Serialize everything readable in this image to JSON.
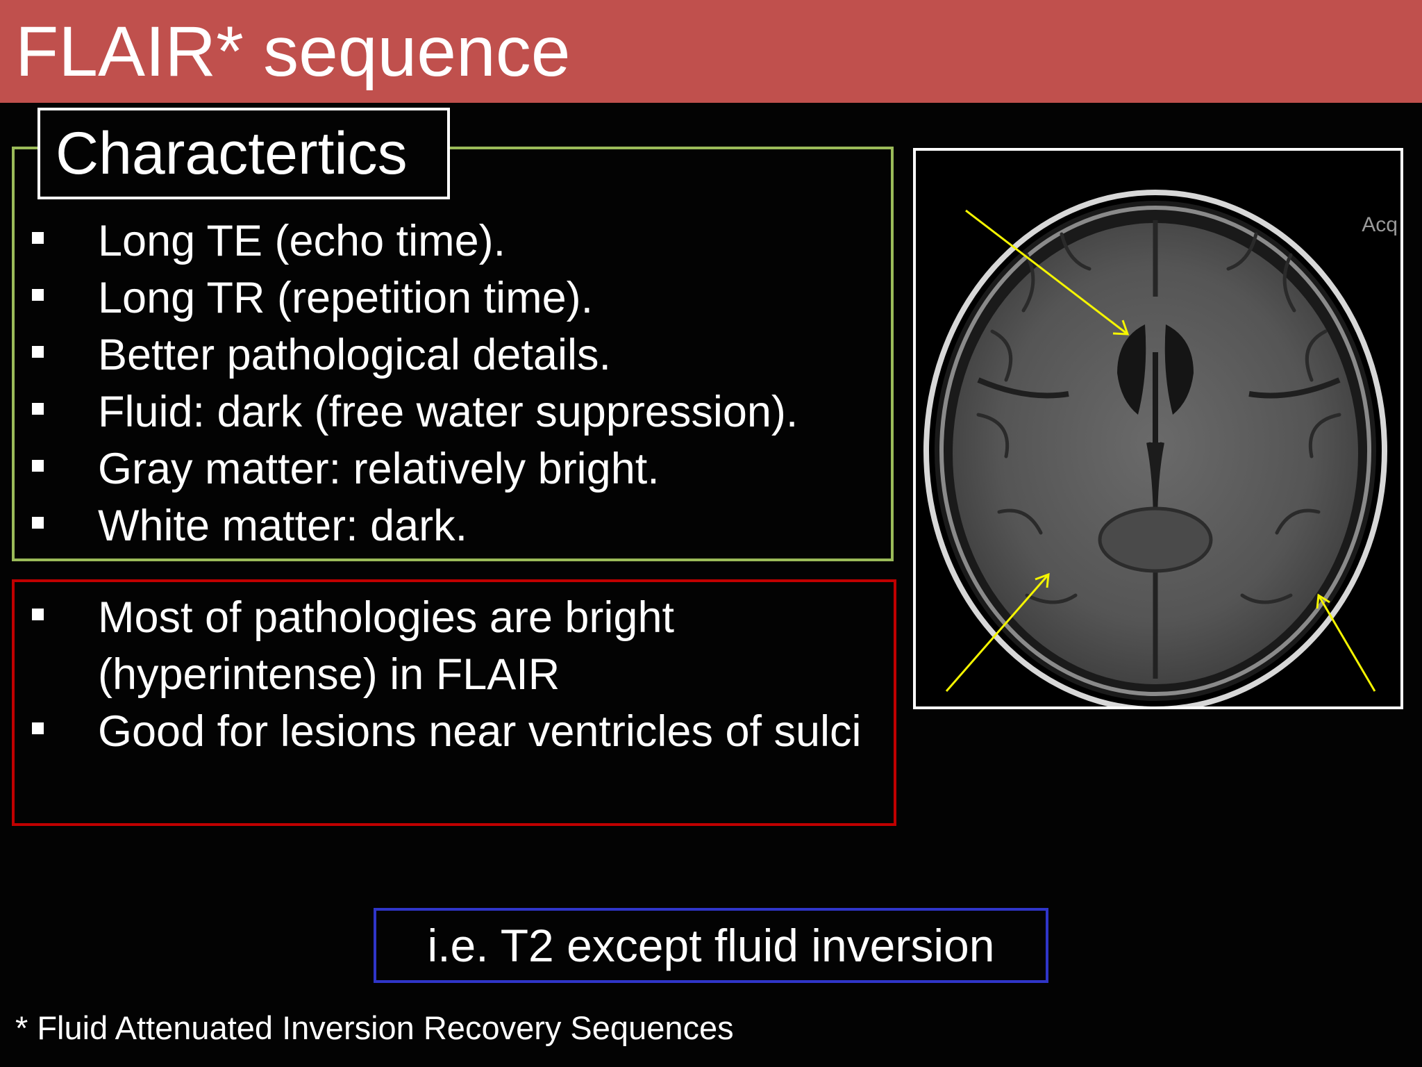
{
  "slide": {
    "title": "FLAIR* sequence"
  },
  "characteristics": {
    "label": "Charactertics",
    "items": [
      "Long TE (echo time).",
      "Long TR (repetition time).",
      "Better pathological details.",
      "Fluid: dark (free water suppression).",
      "Gray matter: relatively bright.",
      "White matter: dark."
    ]
  },
  "pathology": {
    "items": [
      "Most of pathologies are bright (hyperintense) in FLAIR",
      "Good for lesions near ventricles of sulci"
    ]
  },
  "image": {
    "acq_label": "Acq",
    "arrow_color": "#f5f500"
  },
  "summary": "i.e. T2 except fluid inversion",
  "footnote": "* Fluid Attenuated  Inversion Recovery Sequences",
  "colors": {
    "title_bar": "#c0504d",
    "characteristics_border": "#9bbb59",
    "pathology_border": "#c00000",
    "summary_border": "#2f35c8"
  }
}
